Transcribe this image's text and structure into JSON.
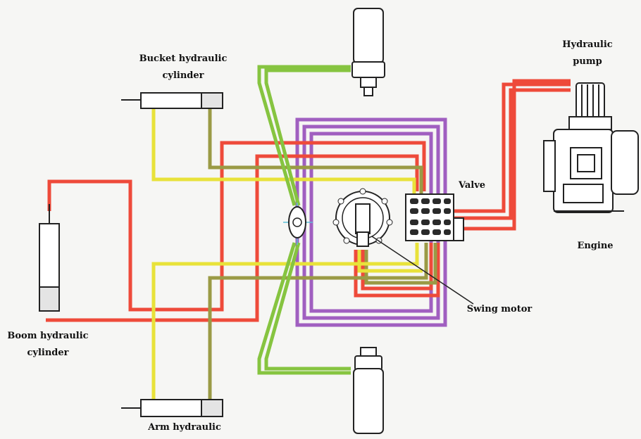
{
  "labels": {
    "bucket_line1": "Bucket hydraulic",
    "bucket_line2": "cylinder",
    "pump_line1": "Hydraulic",
    "pump_line2": "pump",
    "valve": "Valve",
    "engine": "Engine",
    "swing_motor": "Swing motor",
    "boom_line1": "Boom hydraulic",
    "boom_line2": "cylinder",
    "arm": "Arm hydraulic"
  },
  "colors": {
    "red": "#ee4a3a",
    "yellow": "#e8e23a",
    "olive": "#9a9a45",
    "green": "#86c440",
    "purple": "#a05fc0",
    "background": "#f6f6f4"
  }
}
